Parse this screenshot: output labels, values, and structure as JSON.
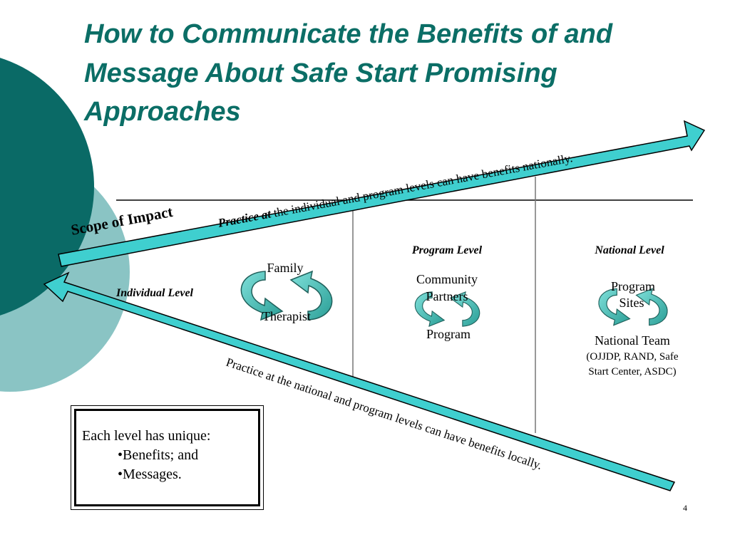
{
  "title": {
    "line1": "How to Communicate the Benefits of and",
    "line2": "Message About Safe Start Promising",
    "line3": "Approaches"
  },
  "scope_label": "Scope of Impact",
  "upper_arrow": {
    "bold": "Practice at",
    "rest": " the individual and program levels can have benefits nationally."
  },
  "lower_arrow": {
    "text": "Practice at the national and program levels can have benefits locally."
  },
  "columns": {
    "individual": {
      "heading": "Individual Level",
      "top": "Family",
      "bottom": "Therapist"
    },
    "program": {
      "heading": "Program Level",
      "top_line1": "Community",
      "top_line2": "Partners",
      "bottom": "Program"
    },
    "national": {
      "heading": "National Level",
      "top_line1": "Program",
      "top_line2": "Sites",
      "bottom_line1": "National Team",
      "bottom_line2": "(OJJDP, RAND, Safe",
      "bottom_line3": "Start Center, ASDC)"
    }
  },
  "note": {
    "heading": "Each level has unique:",
    "bullet1": "•Benefits; and",
    "bullet2": "•Messages."
  },
  "page_number": "4",
  "colors": {
    "title": "#0b6e66",
    "dark_teal": "#0a6a66",
    "light_teal": "#8ac4c4",
    "arrow_fill": "#3fcfcf",
    "cycle_arrow": "#3cb8b0"
  }
}
